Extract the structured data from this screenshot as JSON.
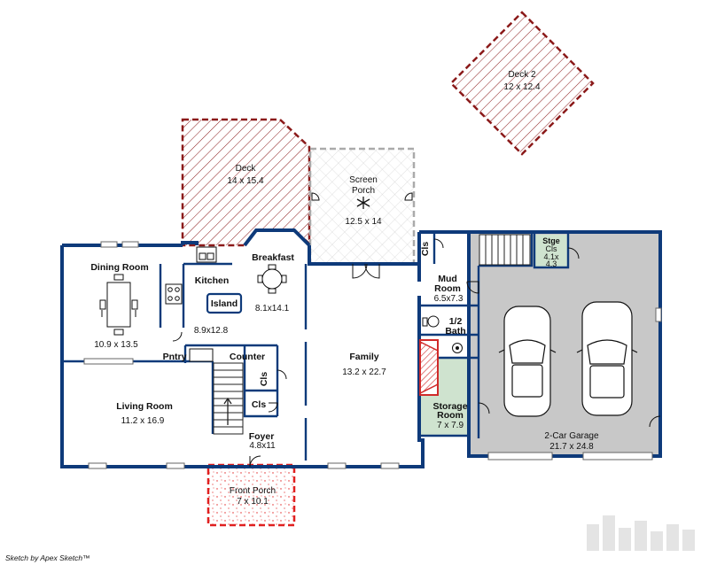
{
  "rooms": {
    "deck2": {
      "name": "Deck 2",
      "dims": "12 x 12.4"
    },
    "deck": {
      "name": "Deck",
      "dims": "14 x 15.4"
    },
    "screen_porch": {
      "name_line1": "Screen",
      "name_line2": "Porch",
      "dims": "12.5 x 14"
    },
    "dining": {
      "name": "Dining Room",
      "dims": "10.9 x 13.5"
    },
    "kitchen": {
      "name": "Kitchen",
      "dims": "8.9x12.8"
    },
    "island": {
      "name": "Island"
    },
    "breakfast": {
      "name": "Breakfast",
      "dims": "8.1x14.1"
    },
    "cls_top": {
      "name": "Cls"
    },
    "mud": {
      "name_line1": "Mud",
      "name_line2": "Room",
      "dims": "6.5x7.3"
    },
    "stge": {
      "name_line1": "Stge",
      "name_line2": "Cls",
      "dims_line1": "4.1x",
      "dims_line2": "4.3"
    },
    "half_bath": {
      "name_line1": "1/2",
      "name_line2": "Bath"
    },
    "pntry": {
      "name": "Pntry"
    },
    "counter": {
      "name": "Counter"
    },
    "cls_stair": {
      "name": "Cls"
    },
    "cls_foyer": {
      "name": "Cls"
    },
    "family": {
      "name": "Family",
      "dims": "13.2 x 22.7"
    },
    "living": {
      "name": "Living Room",
      "dims": "11.2 x 16.9"
    },
    "foyer": {
      "name": "Foyer",
      "dims": "4.8x11"
    },
    "storage": {
      "name_line1": "Storage",
      "name_line2": "Room",
      "dims": "7 x 7.9"
    },
    "garage": {
      "name": "2-Car Garage",
      "dims": "21.7 x 24.8"
    },
    "front_porch": {
      "name": "Front Porch",
      "dims": "7 x 10.1"
    }
  },
  "credit": "Sketch by Apex Sketch™",
  "colors": {
    "wall": "#0e3a7a",
    "deck": "#8b1a1a",
    "front_porch": "#e02020",
    "screen_porch": "#aaaaaa",
    "garage_floor": "#c8c8c8",
    "storage_fill": "#cfe3cf",
    "stge_fill": "#cfe3cf",
    "fireplace": "#d02a2a"
  }
}
